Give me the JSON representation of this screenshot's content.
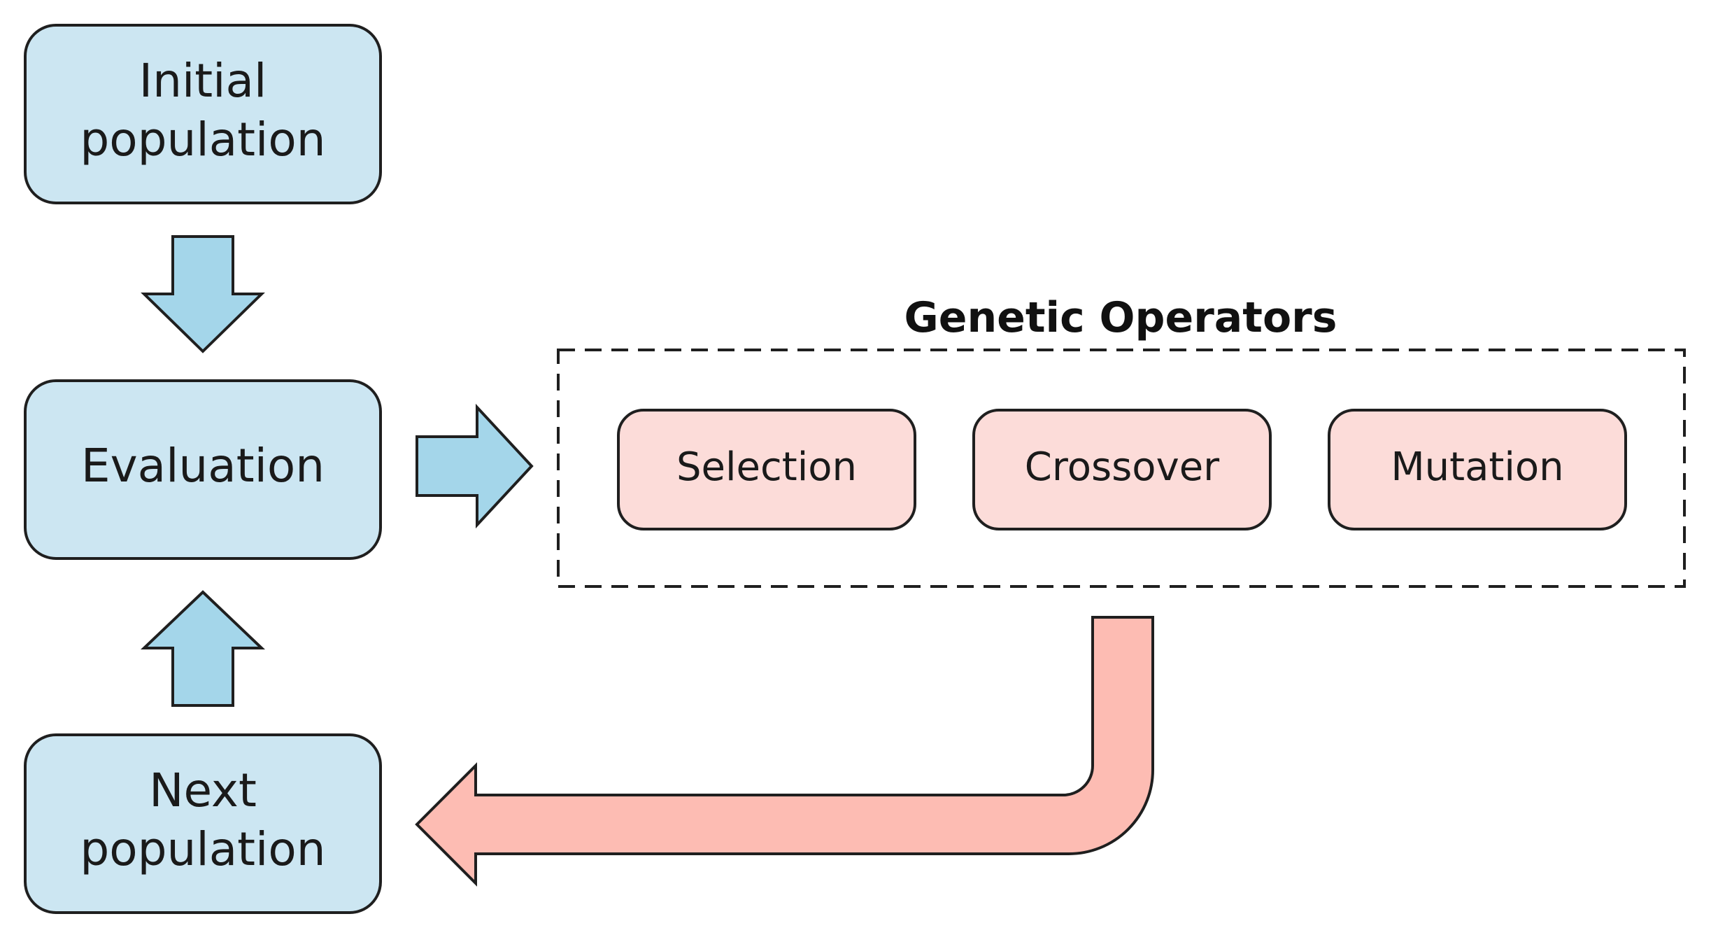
{
  "colors": {
    "node_fill": "#cce6f2",
    "node_stroke": "#1f1f1f",
    "arrow_blue": "#a4d6ea",
    "op_fill": "#fcdcd9",
    "arrow_salmon": "#fdbcb3",
    "outline": "#1f1f1f"
  },
  "nodes": {
    "initial": {
      "line1": "Initial",
      "line2": "population"
    },
    "evaluation": {
      "label": "Evaluation"
    },
    "next": {
      "line1": "Next",
      "line2": "population"
    }
  },
  "group": {
    "title": "Genetic Operators",
    "operators": [
      "Selection",
      "Crossover",
      "Mutation"
    ]
  },
  "arrows": [
    {
      "from": "Initial population",
      "to": "Evaluation",
      "icon": "arrow-down-icon"
    },
    {
      "from": "Evaluation",
      "to": "Genetic Operators",
      "icon": "arrow-right-icon"
    },
    {
      "from": "Genetic Operators",
      "to": "Next population",
      "icon": "bent-arrow-left-icon"
    },
    {
      "from": "Next population",
      "to": "Evaluation",
      "icon": "arrow-up-icon"
    }
  ]
}
